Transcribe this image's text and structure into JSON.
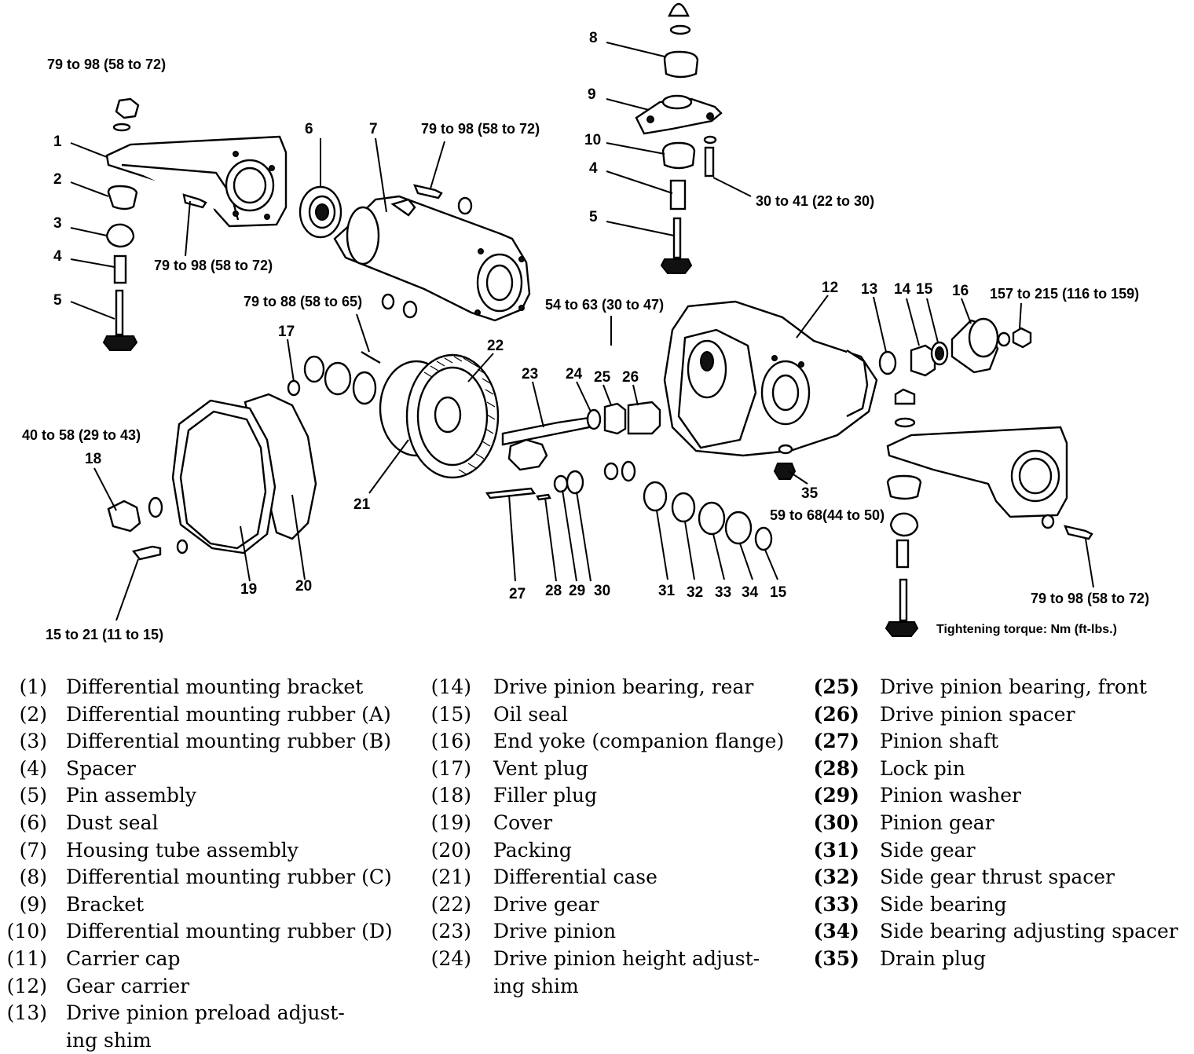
{
  "callouts": {
    "c1": "1",
    "c2": "2",
    "c3": "3",
    "c4": "4",
    "c5": "5",
    "c6": "6",
    "c7": "7",
    "c8": "8",
    "c9": "9",
    "c10": "10",
    "c4b": "4",
    "c5b": "5",
    "c12": "12",
    "c13": "13",
    "c14": "14",
    "c15": "15",
    "c16": "16",
    "c17": "17",
    "c18": "18",
    "c19": "19",
    "c20": "20",
    "c21": "21",
    "c22": "22",
    "c23": "23",
    "c24": "24",
    "c25": "25",
    "c26": "26",
    "c27": "27",
    "c28": "28",
    "c29": "29",
    "c30": "30",
    "c31": "31",
    "c32": "32",
    "c33": "33",
    "c34": "34",
    "c15b": "15",
    "c35": "35"
  },
  "torques": {
    "t1": "79 to 98 (58 to 72)",
    "t2": "79 to 98 (58 to 72)",
    "t3": "79 to 98 (58 to 72)",
    "t4": "30 to 41 (22 to 30)",
    "t5": "79 to 88 (58 to 65)",
    "t6": "54 to 63 (30 to 47)",
    "t7": "157 to 215 (116 to 159)",
    "t8": "40 to 58 (29 to 43)",
    "t9": "15 to 21 (11 to 15)",
    "t10": "59 to 68(44 to 50)",
    "t11": "79 to 98 (58 to 72)"
  },
  "note": "Tightening torque: Nm (ft-lbs.)",
  "legend": {
    "col1": [
      {
        "num": "(1)",
        "label": "Differential mounting bracket"
      },
      {
        "num": "(2)",
        "label": "Differential mounting rubber (A)"
      },
      {
        "num": "(3)",
        "label": "Differential mounting rubber (B)"
      },
      {
        "num": "(4)",
        "label": "Spacer"
      },
      {
        "num": "(5)",
        "label": "Pin assembly"
      },
      {
        "num": "(6)",
        "label": "Dust seal"
      },
      {
        "num": "(7)",
        "label": "Housing tube assembly"
      },
      {
        "num": "(8)",
        "label": "Differential mounting rubber (C)"
      },
      {
        "num": "(9)",
        "label": "Bracket"
      },
      {
        "num": "(10)",
        "label": "Differential mounting rubber (D)"
      },
      {
        "num": "(11)",
        "label": "Carrier cap"
      },
      {
        "num": "(12)",
        "label": "Gear carrier"
      },
      {
        "num": "(13)",
        "label": "Drive pinion preload adjust-",
        "label2": "ing shim"
      }
    ],
    "col2": [
      {
        "num": "(14)",
        "label": "Drive pinion bearing, rear"
      },
      {
        "num": "(15)",
        "label": "Oil seal"
      },
      {
        "num": "(16)",
        "label": "End yoke (companion flange)"
      },
      {
        "num": "(17)",
        "label": "Vent plug"
      },
      {
        "num": "(18)",
        "label": "Filler plug"
      },
      {
        "num": "(19)",
        "label": "Cover"
      },
      {
        "num": "(20)",
        "label": "Packing"
      },
      {
        "num": "(21)",
        "label": "Differential case"
      },
      {
        "num": "(22)",
        "label": "Drive gear"
      },
      {
        "num": "(23)",
        "label": "Drive pinion"
      },
      {
        "num": "(24)",
        "label": "Drive pinion height adjust-",
        "label2": "ing shim"
      }
    ],
    "col3": [
      {
        "num": "(25)",
        "label": "Drive pinion bearing, front"
      },
      {
        "num": "(26)",
        "label": "Drive pinion spacer"
      },
      {
        "num": "(27)",
        "label": "Pinion shaft"
      },
      {
        "num": "(28)",
        "label": "Lock pin"
      },
      {
        "num": "(29)",
        "label": "Pinion washer"
      },
      {
        "num": "(30)",
        "label": "Pinion gear"
      },
      {
        "num": "(31)",
        "label": "Side gear"
      },
      {
        "num": "(32)",
        "label": "Side gear thrust spacer"
      },
      {
        "num": "(33)",
        "label": "Side bearing"
      },
      {
        "num": "(34)",
        "label": "Side bearing adjusting spacer"
      },
      {
        "num": "(35)",
        "label": "Drain plug"
      }
    ]
  }
}
